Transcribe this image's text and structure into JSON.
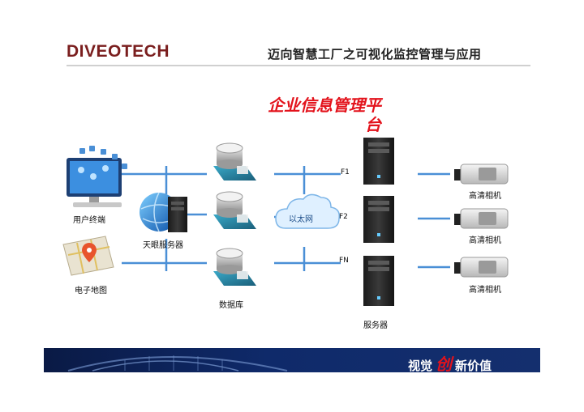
{
  "header": {
    "logo": "DIVEOTECH",
    "title": "迈向智慧工厂之可视化监控管理与应用"
  },
  "diagram": {
    "platform_title_line1": "企业信息管理平",
    "platform_title_line2": "台",
    "nodes": {
      "user_terminal": "用户终端",
      "electronic_map": "电子地图",
      "tianyan_server": "天眼服务器",
      "database": "数据库",
      "ethernet": "以太网",
      "server": "服务器",
      "camera_1": "高清相机",
      "camera_2": "高清相机",
      "camera_3": "高清相机"
    },
    "floors": [
      "F1",
      "F2",
      "FN"
    ]
  },
  "banner": {
    "slogan_left": "视觉",
    "slogan_mid": "创",
    "slogan_right": "新价值"
  },
  "colors": {
    "connector": "#4a8fd6",
    "title_red": "#e3121b",
    "logo": "#7a1e1e",
    "banner": "#0f2a6a"
  }
}
